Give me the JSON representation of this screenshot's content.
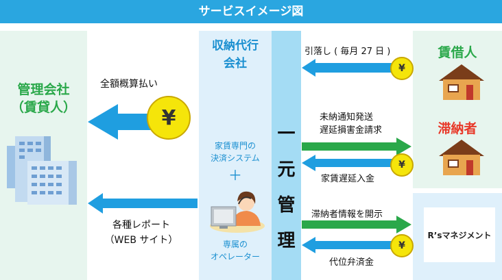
{
  "banner": {
    "title": "サービスイメージ図"
  },
  "left": {
    "title_line1": "管理会社",
    "title_line2": "（賃貸人）"
  },
  "center": {
    "title_line1": "収納代行",
    "title_line2": "会社",
    "system_line1": "家賃専門の",
    "system_line2": "決済システム",
    "plus": "＋",
    "operator_line1": "専属の",
    "operator_line2": "オペレーター"
  },
  "unified": {
    "chars": [
      "一",
      "元",
      "管",
      "理"
    ]
  },
  "right": {
    "tenant": "賃借人",
    "delinquent": "滞納者",
    "rs_name": "R’sマネジメント"
  },
  "flows": {
    "lump_sum": "全額概算払い",
    "reports_line1": "各種レポート",
    "reports_line2": "（WEB サイト）",
    "debit": "引落し ( 毎月 27 日 )",
    "notice_line1": "未納通知発送",
    "notice_line2": "遅延損害金請求",
    "late_rent": "家賃遅延入金",
    "disclose": "滞納者情報を開示",
    "subrogation": "代位弁済金"
  },
  "coin_symbol": "¥",
  "colors": {
    "banner": "#2aa6e0",
    "arrow_blue": "#1f9ee0",
    "arrow_green": "#2aa84a",
    "coin": "#f5e50a"
  }
}
